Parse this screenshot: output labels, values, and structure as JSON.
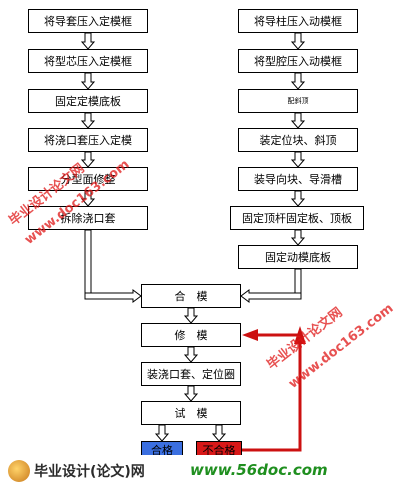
{
  "left_column": [
    "将导套压入定模框",
    "将型芯压入定模框",
    "固定定模底板",
    "将浇口套压入定模",
    "分型面修整",
    "拆除浇口套"
  ],
  "right_column": [
    "将导柱压入动模框",
    "将型腔压入动模框",
    "配斜顶",
    "装定位块、斜顶",
    "装导向块、导滑槽",
    "固定顶杆固定板、顶板",
    "固定动模底板"
  ],
  "center_column": [
    "合　模",
    "修　模",
    "装浇口套、定位圈",
    "试　模"
  ],
  "results": {
    "pass": "合格",
    "fail": "不合格"
  },
  "watermarks": {
    "wm1": "毕业设计论文网",
    "wm2": "www.doc163.com",
    "wm3": "毕业设计论文网",
    "wm4": "www.doc163.com"
  },
  "footer": {
    "title": "毕业设计(论文)网",
    "url": "www.56doc.com"
  },
  "colors": {
    "pass": "#3b6fe0",
    "fail": "#d81818",
    "loop_arrow": "#cc1111",
    "watermark": "#e01818"
  }
}
